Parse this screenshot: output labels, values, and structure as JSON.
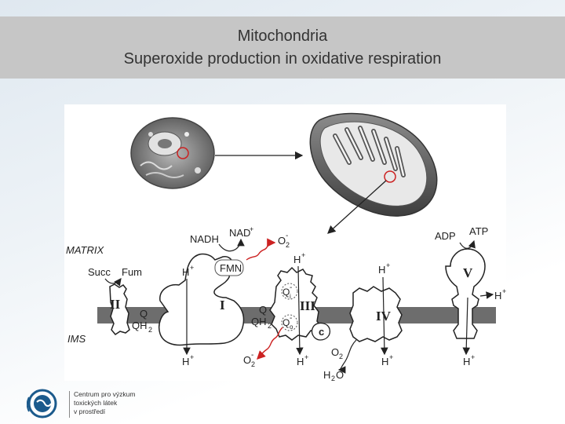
{
  "header": {
    "title": "Mitochondria",
    "subtitle": "Superoxide production in oxidative respiration"
  },
  "diagram": {
    "region_labels": {
      "matrix": "MATRIX",
      "ims": "IMS"
    },
    "complexes": {
      "c1": "I",
      "c2": "II",
      "c3": "III",
      "c4": "IV",
      "c5": "V",
      "cytc": "c"
    },
    "labels": {
      "nadh": "NADH",
      "nad": "NAD",
      "nad_sup": "+",
      "o2_top": "O",
      "o2_top_sub": "2",
      "o2_top_sup": "-",
      "fmn": "FMN",
      "succ": "Succ",
      "fum": "Fum",
      "q_ii": "Q",
      "qh2_ii": "QH",
      "qh2_ii_sub": "2",
      "q_i": "Q",
      "qh2_i": "QH",
      "qh2_i_sub": "2",
      "qi": "Q",
      "qi_sub": "i",
      "qi_sup": "-",
      "qo": "Q",
      "qo_sub": "o",
      "qo_sup": "-",
      "o2_bottom": "O",
      "o2_bottom_sub": "2",
      "o2_bottom_sup": "-",
      "o2_iv": "O",
      "o2_iv_sub": "2",
      "h2o": "H",
      "h2o_sub": "2",
      "h2o_tail": "O",
      "adp": "ADP",
      "atp": "ATP",
      "h": "H",
      "h_sup": "+"
    }
  },
  "logo": {
    "line1": "Centrum pro výzkum",
    "line2": "toxických látek",
    "line3": "v prostředí"
  },
  "colors": {
    "title_bar": "#c6c6c6",
    "membrane": "#6d6d6d",
    "superoxide_arrow": "#cc2222",
    "logo_blue": "#1b5a8c"
  }
}
